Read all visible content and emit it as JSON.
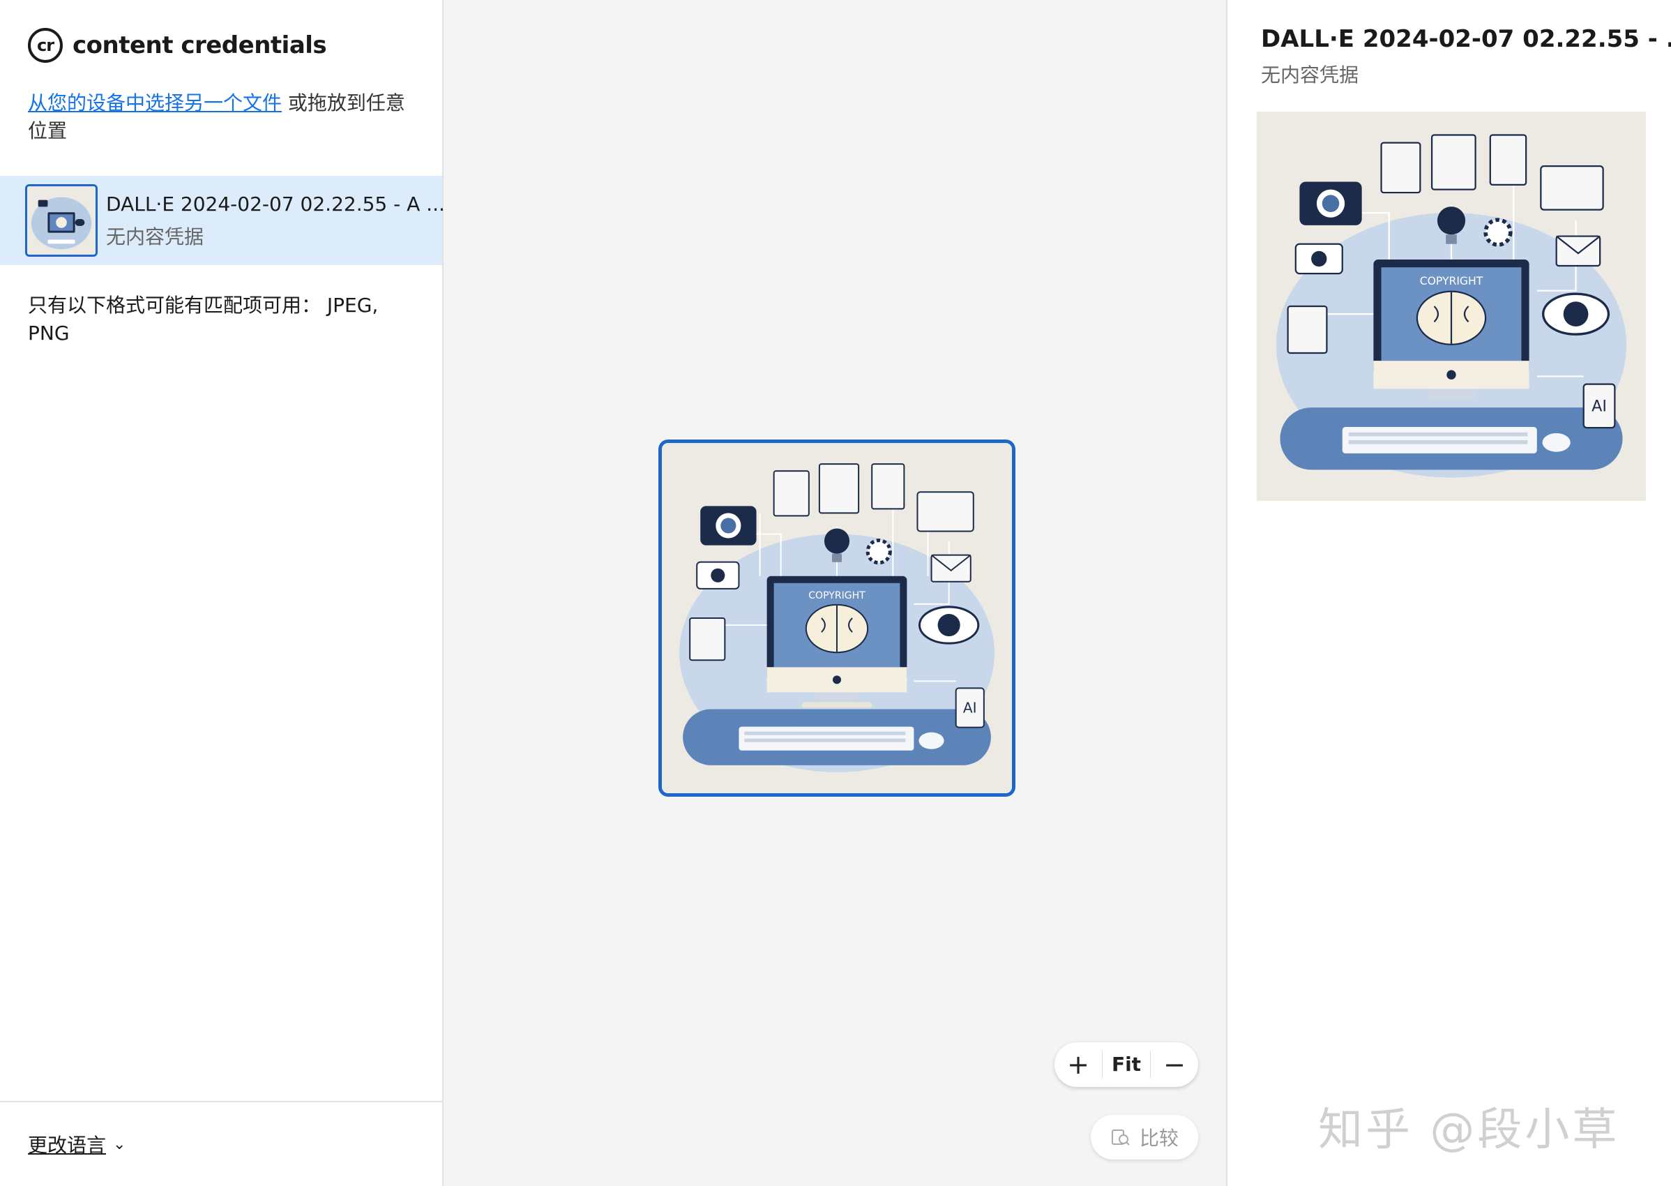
{
  "brand": {
    "logo_text": "cr",
    "name": "content credentials"
  },
  "upload": {
    "link_text": "从您的设备中选择另一个文件",
    "suffix_text": " 或拖放到任意位置"
  },
  "file_list": [
    {
      "name": "DALL·E 2024-02-07 02.22.55 - A ...",
      "status": "无内容凭据"
    }
  ],
  "formats_note": "只有以下格式可能有匹配项可用： JPEG, PNG",
  "language": {
    "label": "更改语言"
  },
  "zoom": {
    "fit_label": "Fit"
  },
  "compare": {
    "label": "比较"
  },
  "detail": {
    "title": "DALL·E 2024-02-07 02.22.55 - ...",
    "status": "无内容凭据"
  },
  "watermark": "知乎 @段小草",
  "colors": {
    "accent": "#1c67c9",
    "link": "#1473e6",
    "selected_bg": "#dcecfb"
  }
}
